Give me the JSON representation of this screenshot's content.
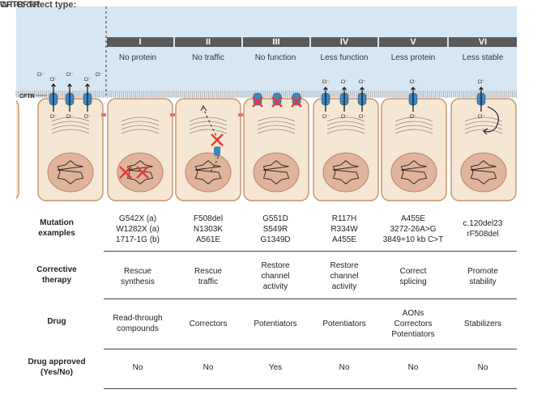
{
  "wt_label": "WT-CFTR",
  "defect_title": "CFTR defect type:",
  "cftr_label": "CFTR",
  "ion_label": "Cl⁻",
  "classes": [
    {
      "numeral": "I",
      "name": "No protein",
      "mutations": [
        "G542X (a)",
        "W1282X (a)",
        "1717-1G (b)"
      ],
      "therapy": [
        "Rescue",
        "synthesis"
      ],
      "drug": [
        "Read-through",
        "compounds"
      ],
      "approved": "No"
    },
    {
      "numeral": "II",
      "name": "No traffic",
      "mutations": [
        "F508del",
        "N1303K",
        "A561E"
      ],
      "therapy": [
        "Rescue",
        "traffic"
      ],
      "drug": [
        "Correctors"
      ],
      "approved": "No"
    },
    {
      "numeral": "III",
      "name": "No function",
      "mutations": [
        "G551D",
        "S549R",
        "G1349D"
      ],
      "therapy": [
        "Restore",
        "channel",
        "activity"
      ],
      "drug": [
        "Potentiators"
      ],
      "approved": "Yes"
    },
    {
      "numeral": "IV",
      "name": "Less function",
      "mutations": [
        "R117H",
        "R334W",
        "A455E"
      ],
      "therapy": [
        "Restore",
        "channel",
        "activity"
      ],
      "drug": [
        "Potentiators"
      ],
      "approved": "No"
    },
    {
      "numeral": "V",
      "name": "Less protein",
      "mutations": [
        "A455E",
        "3272-26A>G",
        "3849+10 kb C>T"
      ],
      "therapy": [
        "Correct",
        "splicing"
      ],
      "drug": [
        "AONs",
        "Correctors",
        "Potentiators"
      ],
      "approved": "No"
    },
    {
      "numeral": "VI",
      "name": "Less stable",
      "mutations": [
        "c.120del23",
        "rF508del"
      ],
      "therapy": [
        "Promote",
        "stability"
      ],
      "drug": [
        "Stabilizers"
      ],
      "approved": "No"
    }
  ],
  "rows": {
    "mutation": [
      "Mutation",
      "examples"
    ],
    "therapy": [
      "Corrective",
      "therapy"
    ],
    "drug": [
      "Drug"
    ],
    "approved": [
      "Drug approved",
      "(Yes/No)"
    ]
  },
  "colors": {
    "sky": "#d6e6f2",
    "cell_fill": "#f6e6d4",
    "cell_stroke": "#c4946a",
    "nucleus": "#e0b49a",
    "channel": "#3f86bd",
    "cross": "#e53935",
    "header": "#5a5a5a"
  }
}
